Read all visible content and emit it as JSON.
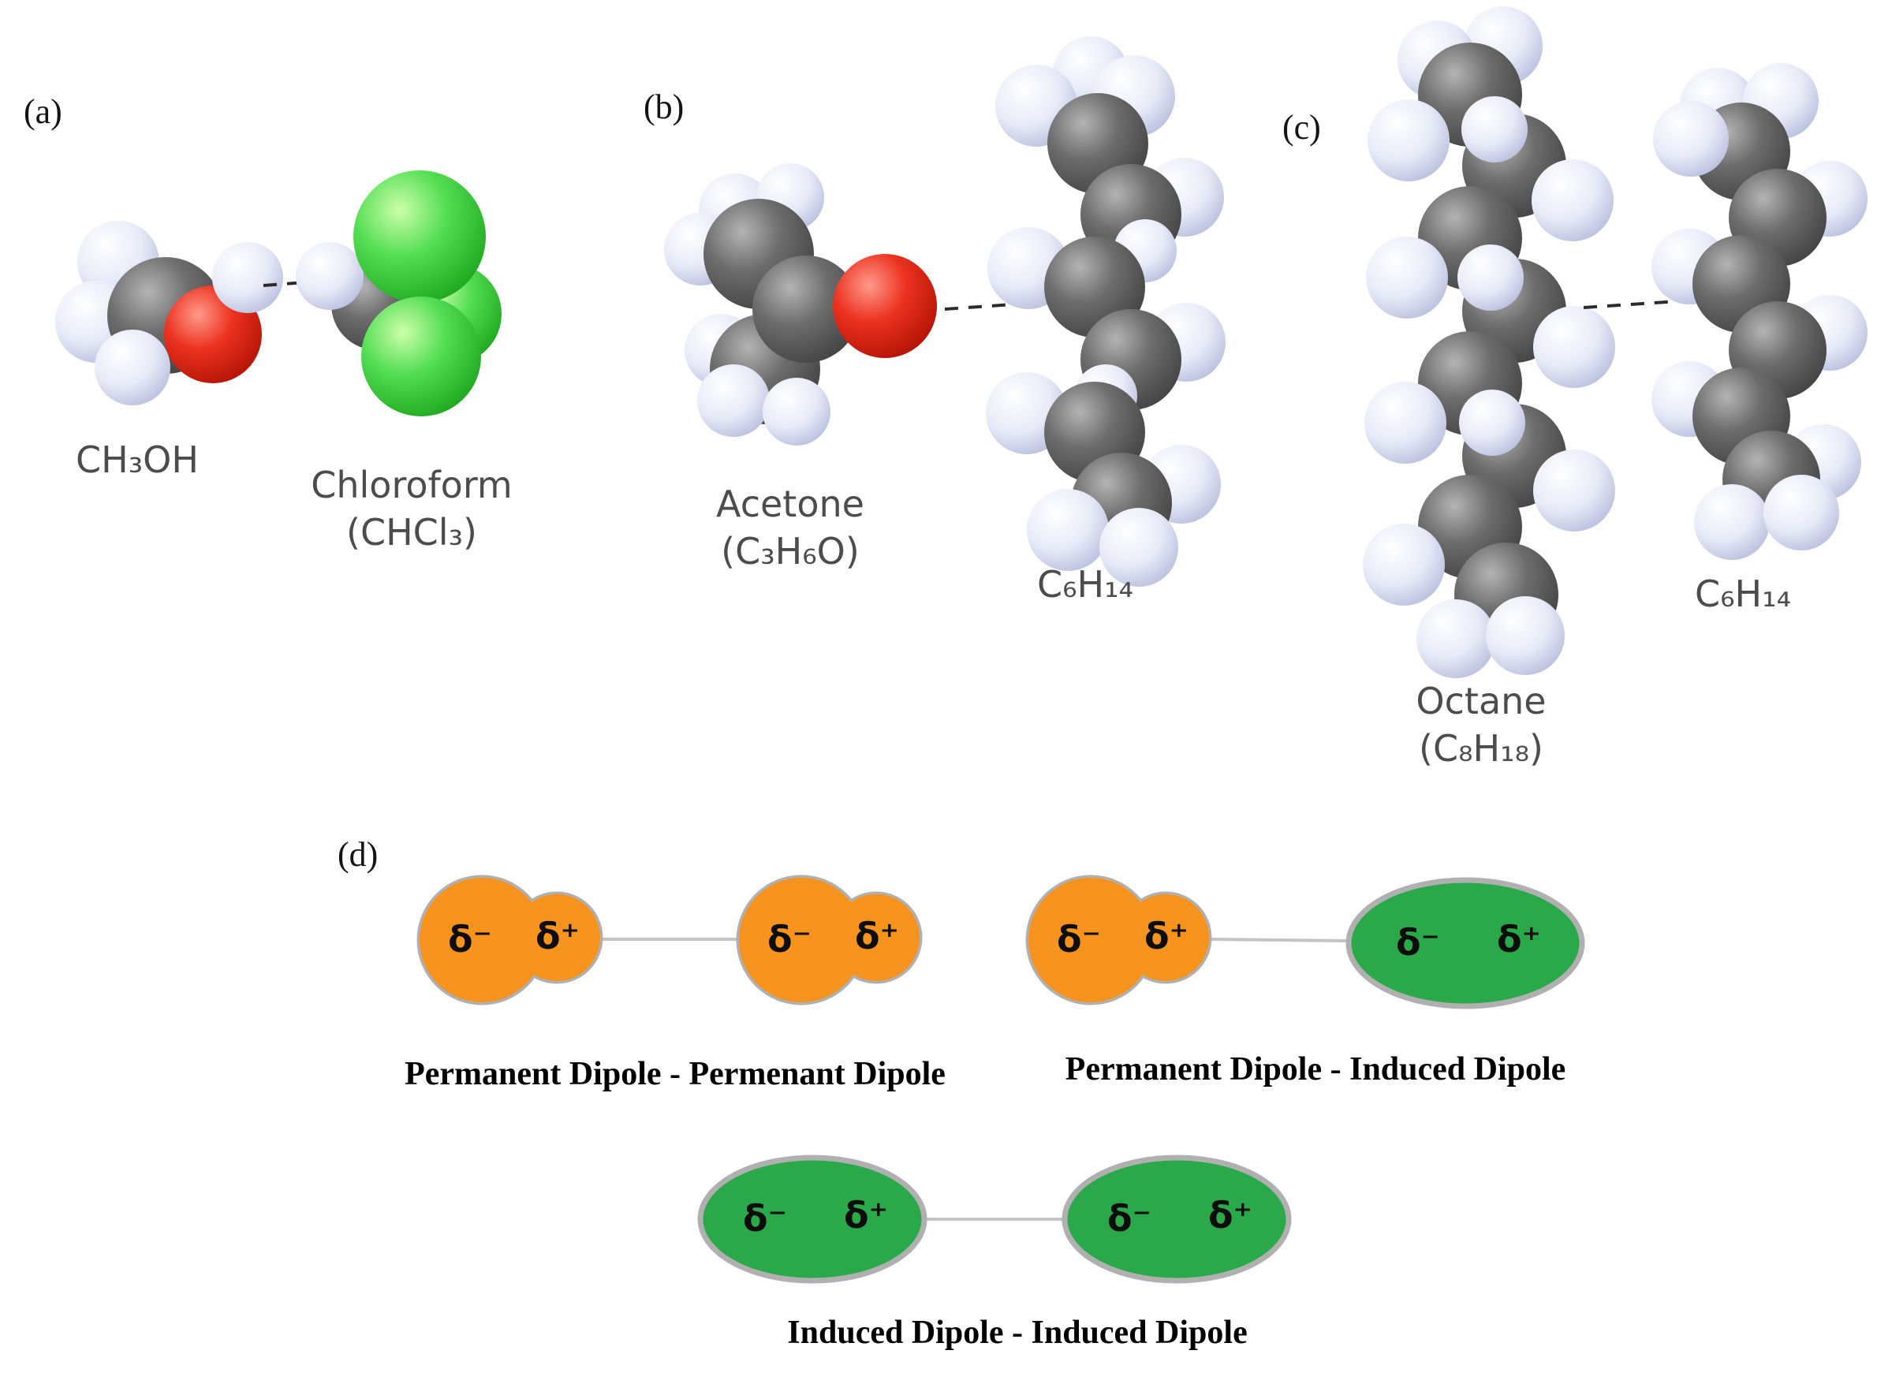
{
  "panels": {
    "a": {
      "tag": "(a)",
      "molecule1": {
        "name": "methanol",
        "formula": "CH₃OH"
      },
      "molecule2": {
        "name": "chloroform",
        "title": "Chloroform",
        "formula": "(CHCl₃)"
      }
    },
    "b": {
      "tag": "(b)",
      "molecule1": {
        "name": "acetone",
        "title": "Acetone",
        "formula": "(C₃H₆O)"
      },
      "molecule2": {
        "name": "hexane",
        "formula": "C₆H₁₄"
      }
    },
    "c": {
      "tag": "(c)",
      "molecule1": {
        "name": "octane",
        "title": "Octane",
        "formula": "(C₈H₁₈)"
      },
      "molecule2": {
        "name": "hexane",
        "formula": "C₆H₁₄"
      }
    },
    "d": {
      "tag": "(d)",
      "delta_minus": "δ⁻",
      "delta_plus": "δ⁺",
      "captions": {
        "permanent_permanent": "Permanent Dipole - Permenant Dipole",
        "permanent_induced": "Permanent Dipole - Induced Dipole",
        "induced_induced": "Induced Dipole - Induced Dipole"
      }
    }
  },
  "colors": {
    "carbon": "#5a5a5a",
    "hydrogen": "#e3e7f6",
    "oxygen": "#e21d12",
    "chlorine": "#3fd23f",
    "permanent-dipole": "#f6921e",
    "induced-dipole": "#2ba84a",
    "connector-line": "#c4c4c4",
    "blob-outline": "#b0b0b0"
  }
}
